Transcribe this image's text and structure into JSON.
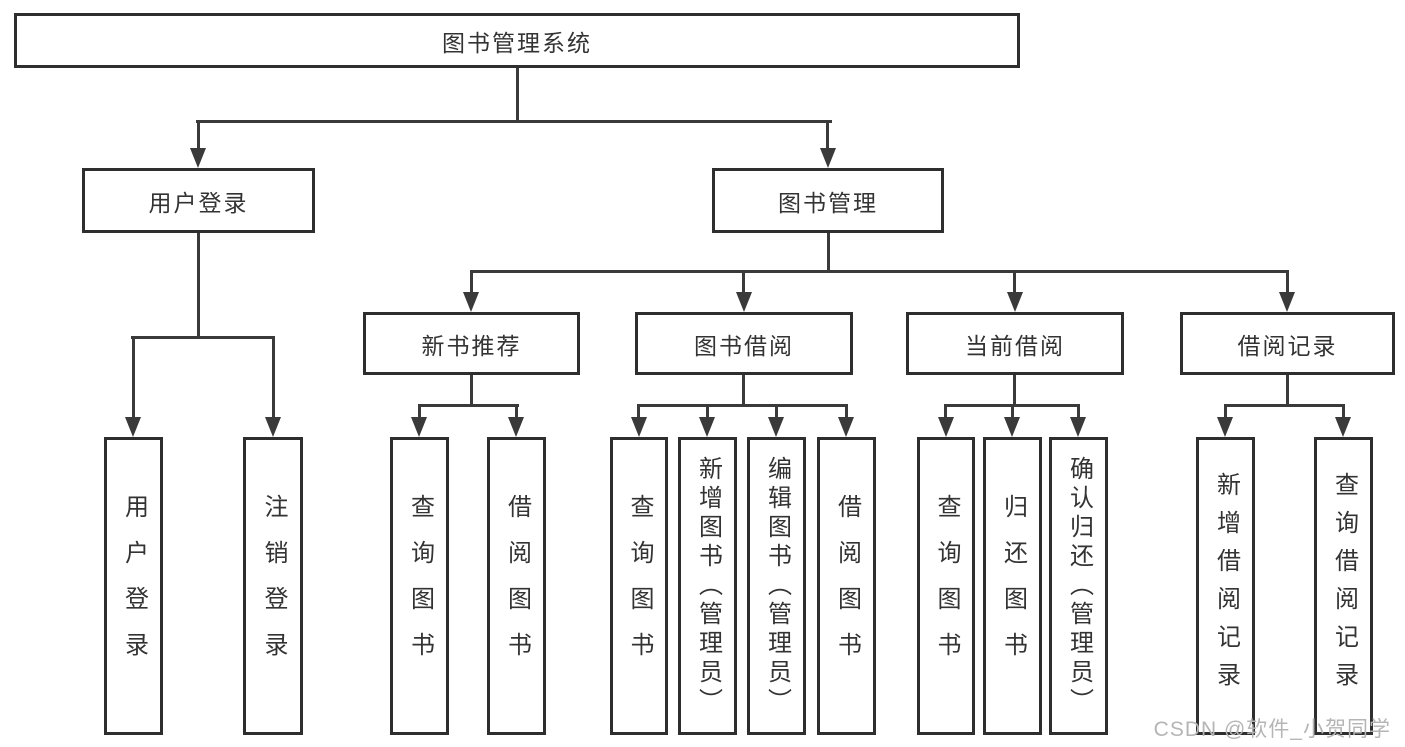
{
  "tree": {
    "root": {
      "label": "图书管理系统"
    },
    "branches": [
      {
        "label": "用户登录",
        "children": [
          {
            "label": "用户登录"
          },
          {
            "label": "注销登录"
          }
        ]
      },
      {
        "label": "图书管理",
        "children": [
          {
            "label": "新书推荐",
            "children": [
              {
                "label": "查询图书"
              },
              {
                "label": "借阅图书"
              }
            ]
          },
          {
            "label": "图书借阅",
            "children": [
              {
                "label": "查询图书"
              },
              {
                "label": "新增图书（管理员）"
              },
              {
                "label": "编辑图书（管理员）"
              },
              {
                "label": "借阅图书"
              }
            ]
          },
          {
            "label": "当前借阅",
            "children": [
              {
                "label": "查询图书"
              },
              {
                "label": "归还图书"
              },
              {
                "label": "确认归还（管理员）"
              }
            ]
          },
          {
            "label": "借阅记录",
            "children": [
              {
                "label": "新增借阅记录"
              },
              {
                "label": "查询借阅记录"
              }
            ]
          }
        ]
      }
    ]
  },
  "watermark": {
    "text": "CSDN @软件_小贺同学"
  },
  "colors": {
    "line": "#3a3a3a",
    "box_border": "#2e2e2e",
    "text": "#333333",
    "watermark": "#b5b5b5",
    "background": "#ffffff"
  }
}
